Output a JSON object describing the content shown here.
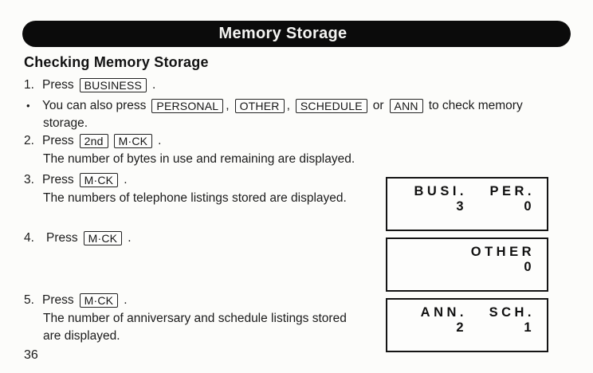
{
  "banner": {
    "title": "Memory Storage"
  },
  "heading": "Checking Memory Storage",
  "labels": {
    "press": "Press",
    "period": ".",
    "comma": ",",
    "or": "or",
    "bullet": "•"
  },
  "keys": {
    "business": "BUSINESS",
    "personal": "PERSONAL",
    "other": "OTHER",
    "schedule": "SCHEDULE",
    "ann": "ANN",
    "second": "2nd",
    "mck": "M·CK"
  },
  "steps": {
    "s1": {
      "num": "1."
    },
    "note": {
      "line1_pre": "You can also press",
      "line1_post": "to check memory",
      "line2": "storage."
    },
    "s2": {
      "num": "2.",
      "desc": "The number of bytes in use and remaining are displayed."
    },
    "s3": {
      "num": "3.",
      "desc": "The numbers of telephone listings stored are displayed."
    },
    "s4": {
      "num": "4."
    },
    "s5": {
      "num": "5.",
      "desc1": "The number of anniversary and schedule listings stored",
      "desc2": "are displayed."
    }
  },
  "displays": {
    "busi_per": {
      "col1_label": "BUSI.",
      "col1_value": "3",
      "col2_label": "PER.",
      "col2_value": "0"
    },
    "other": {
      "col2_label": "OTHER",
      "col2_value": "0"
    },
    "ann_sch": {
      "col1_label": "ANN.",
      "col1_value": "2",
      "col2_label": "SCH.",
      "col2_value": "1"
    }
  },
  "page_number": "36",
  "colors": {
    "banner_bg": "#0b0b0b",
    "banner_text": "#f4f4f2",
    "text": "#1b1b1b",
    "paper": "#fcfcfa",
    "lcd_border": "#141414"
  }
}
